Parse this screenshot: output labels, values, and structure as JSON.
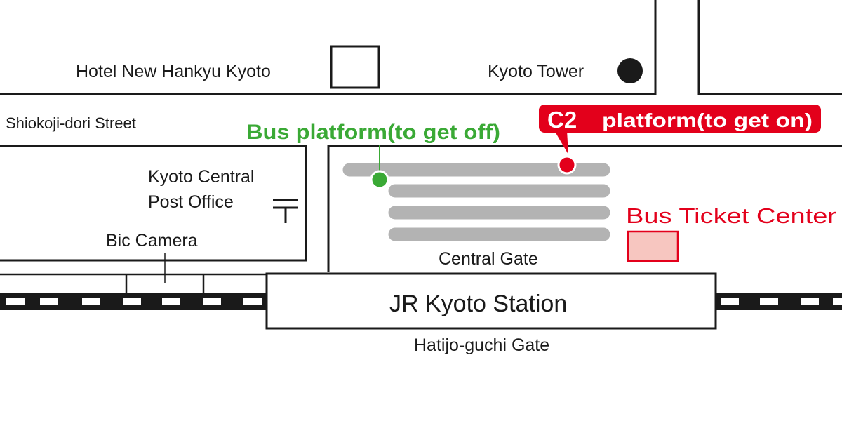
{
  "labels": {
    "hotel": "Hotel New Hankyu Kyoto",
    "tower": "Kyoto Tower",
    "street": "Shiokoji-dori Street",
    "post_office_line1": "Kyoto Central",
    "post_office_line2": "Post Office",
    "bic_camera": "Bic Camera",
    "bus_off": "Bus platform(to get off)",
    "c2_code": "C2",
    "c2_text": "platform(to get on)",
    "ticket_center": "Bus Ticket Center",
    "central_gate": "Central Gate",
    "station": "JR Kyoto Station",
    "hatijo_gate": "Hatijo-guchi Gate"
  },
  "colors": {
    "green": "#3aa935",
    "red": "#e3001b",
    "platform_gray": "#b3b3b3",
    "ticket_fill": "#f7c6c0",
    "line": "#1a1a1a"
  },
  "icons": {
    "post_office": "japan-post-mark-icon",
    "tower": "filled-circle-icon",
    "hotel": "square-outline-icon"
  }
}
